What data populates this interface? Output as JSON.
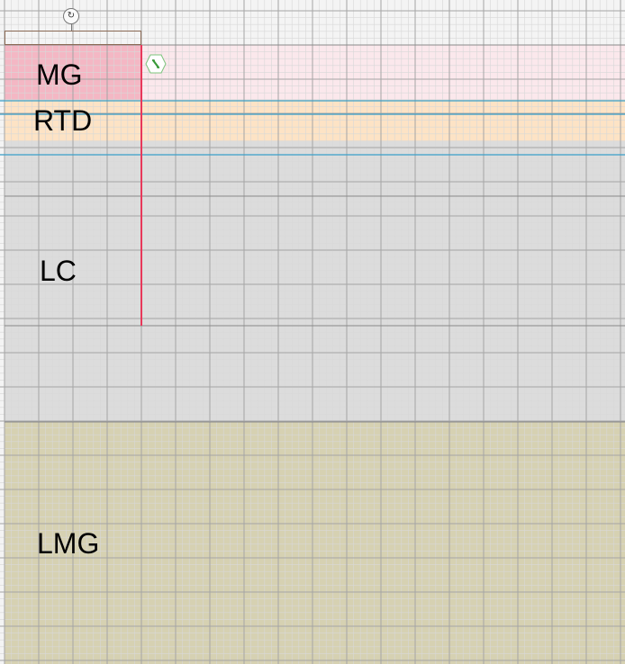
{
  "labels": {
    "mg": "MG",
    "rtd": "RTD",
    "lc": "LC",
    "lmg": "LMG"
  },
  "icons": {
    "handle": "rotate-handle-icon",
    "hex": "hexagon-link-icon"
  },
  "colors": {
    "mg_light": "#fbe8ec",
    "mg_dark": "#f4b7c4",
    "rtd": "#fde3c5",
    "lc": "#dcdcdc",
    "lmg": "#d6d1b2",
    "grid_major": "#a8a8a8",
    "grid_minor": "#dedede",
    "guide_blue": "#3aa0c9",
    "selection_red": "#e8385a"
  }
}
